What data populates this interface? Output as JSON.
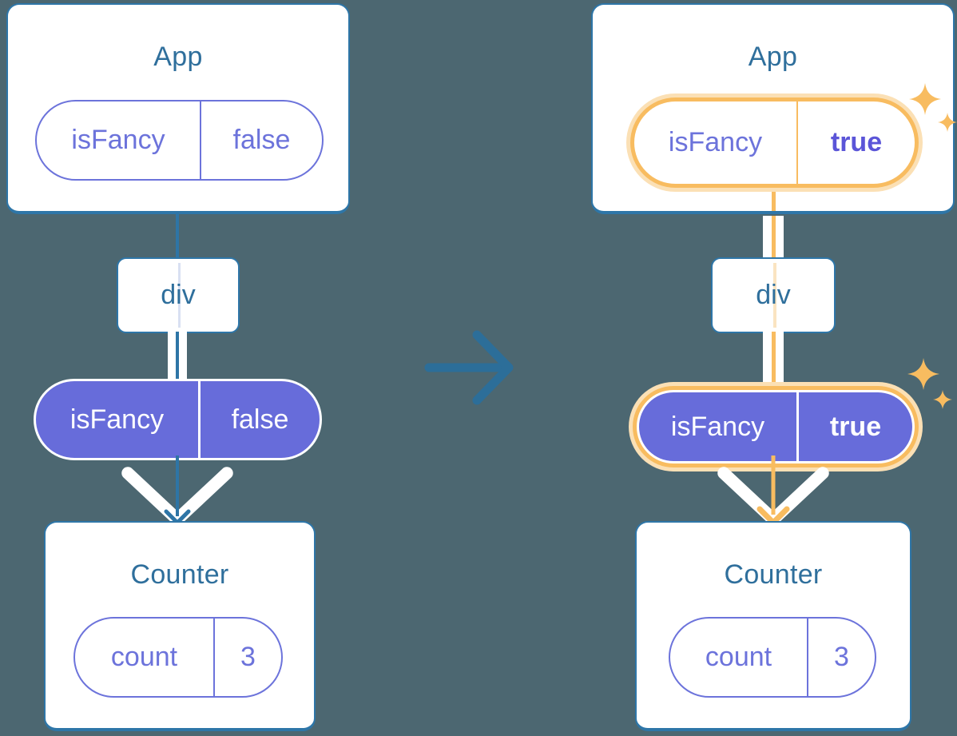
{
  "colors": {
    "background": "#4C6771",
    "card_border": "#2E76A8",
    "node_title": "#2F6F9C",
    "prop_purple": "#6C73DB",
    "prop_fill_purple": "#676CDA",
    "prop_value_bold_purple": "#5B55D8",
    "flow_teal": "#2E75A6",
    "highlight_orange": "#F8BC60",
    "highlight_glow": "#FBE0B5",
    "faded_line_blue": "#D9E0F2",
    "faded_line_orange": "#FAE4C1",
    "transition_arrow": "#2C6E99"
  },
  "left": {
    "app": {
      "title": "App",
      "prop_name": "isFancy",
      "prop_value": "false"
    },
    "div_label": "div",
    "passed_name": "isFancy",
    "passed_value": "false",
    "counter": {
      "title": "Counter",
      "state_name": "count",
      "state_value": "3"
    }
  },
  "right": {
    "app": {
      "title": "App",
      "prop_name": "isFancy",
      "prop_value": "true"
    },
    "div_label": "div",
    "passed_name": "isFancy",
    "passed_value": "true",
    "counter": {
      "title": "Counter",
      "state_name": "count",
      "state_value": "3"
    }
  }
}
